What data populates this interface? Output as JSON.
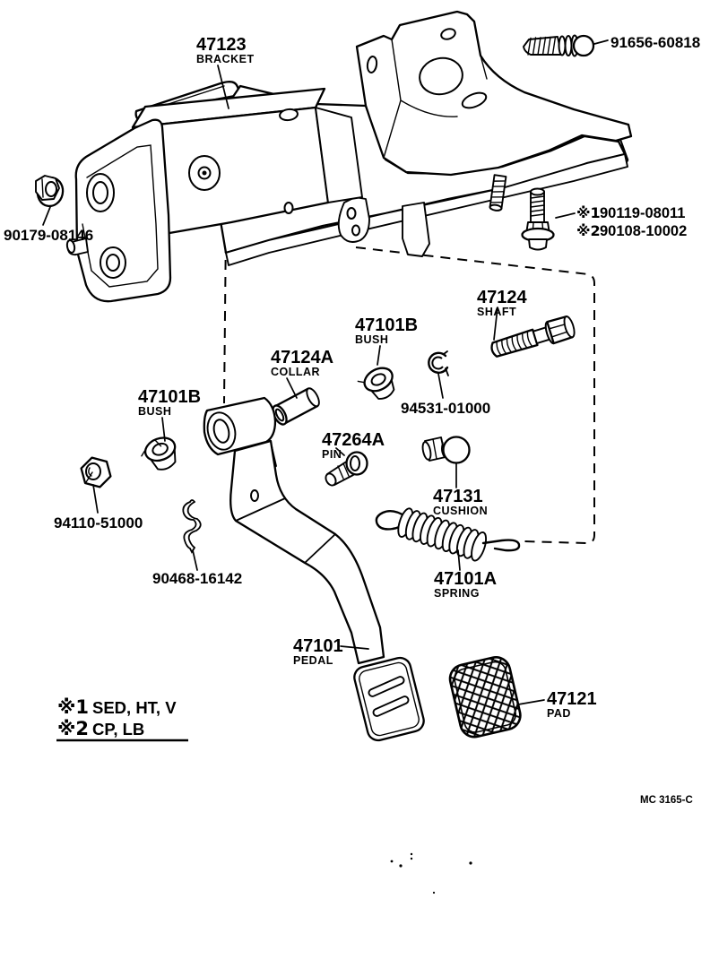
{
  "colors": {
    "ink": "#000000",
    "paper": "#ffffff"
  },
  "doc_code": "MC 3165-C",
  "legend": {
    "items": [
      {
        "mark": "※1",
        "text": "SED, HT, V"
      },
      {
        "mark": "※2",
        "text": "CP, LB"
      }
    ]
  },
  "parts": {
    "bracket": {
      "num": "47123",
      "desc": "BRACKET"
    },
    "screw": {
      "num": "91656-60818"
    },
    "nut_bracket": {
      "num": "90179-08146"
    },
    "bolt": {
      "line1_mark": "※1",
      "line1_num": "90119-08011",
      "line2_mark": "※2",
      "line2_num": "90108-10002"
    },
    "shaft": {
      "num": "47124",
      "desc": "SHAFT"
    },
    "bush_upper": {
      "num": "47101B",
      "desc": "BUSH"
    },
    "collar": {
      "num": "47124A",
      "desc": "COLLAR"
    },
    "lock_washer": {
      "num": "94531-01000"
    },
    "bush_lower": {
      "num": "47101B",
      "desc": "BUSH"
    },
    "pin": {
      "num": "47264A",
      "desc": "PIN"
    },
    "cushion": {
      "num": "47131",
      "desc": "CUSHION"
    },
    "nut_pivot": {
      "num": "94110-51000"
    },
    "clip": {
      "num": "90468-16142"
    },
    "spring": {
      "num": "47101A",
      "desc": "SPRING"
    },
    "pedal": {
      "num": "47101",
      "desc": "PEDAL"
    },
    "pad": {
      "num": "47121",
      "desc": "PAD"
    }
  }
}
